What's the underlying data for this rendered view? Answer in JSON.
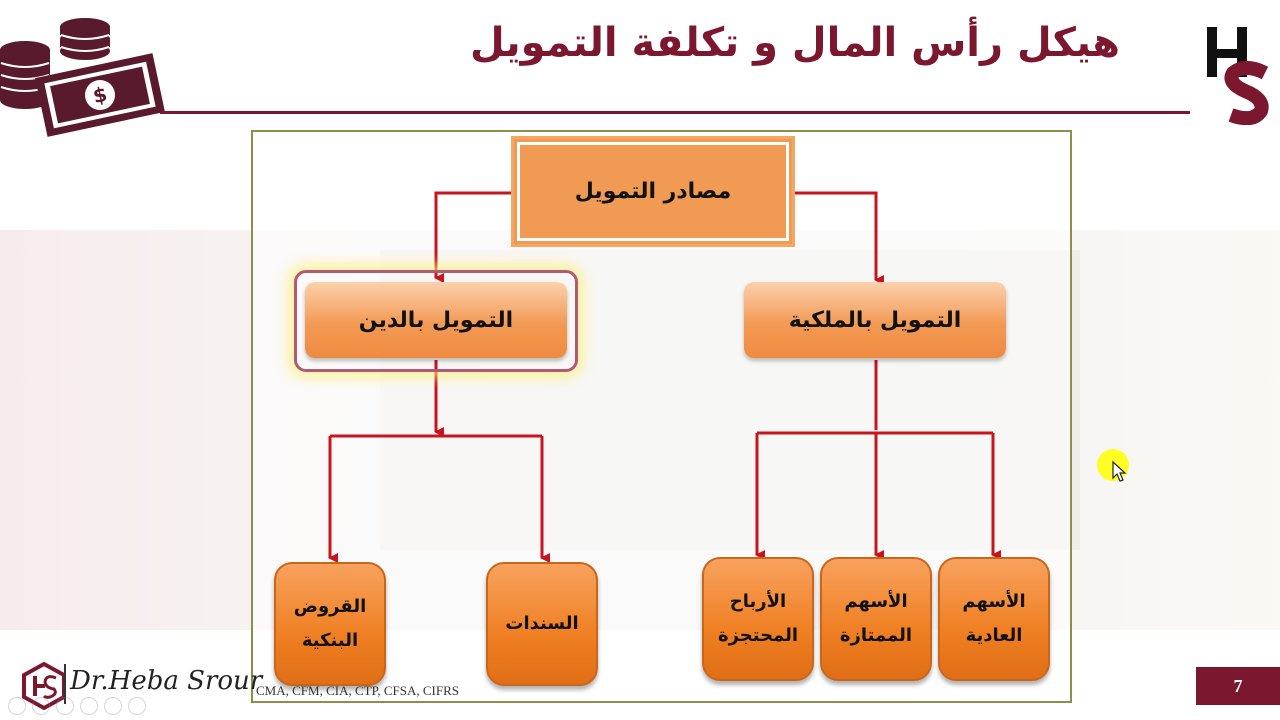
{
  "header": {
    "title": "هيكل رأس المال و تكلفة التمويل",
    "logo_letters": "HS"
  },
  "diagram": {
    "root": "مصادر التمويل",
    "debt": {
      "label": "التمويل بالدين",
      "children": [
        {
          "line1": "القروض",
          "line2": "البنكية"
        },
        {
          "line1": "السندات",
          "line2": ""
        }
      ]
    },
    "equity": {
      "label": "التمويل بالملكية",
      "children": [
        {
          "line1": "الأرباح",
          "line2": "المحتجزة"
        },
        {
          "line1": "الأسهم",
          "line2": "الممتازة"
        },
        {
          "line1": "الأسهم",
          "line2": "العادية"
        }
      ]
    }
  },
  "footer": {
    "name": "Dr.Heba Srour",
    "credentials": "CMA, CFM, CIA, CTP, CFSA, CIFRS",
    "page_number": "7"
  },
  "colors": {
    "brand": "#7b1830",
    "node_orange": "#f09a54",
    "arrow_red": "#c8141e",
    "panel_border": "#8c8f4a"
  }
}
